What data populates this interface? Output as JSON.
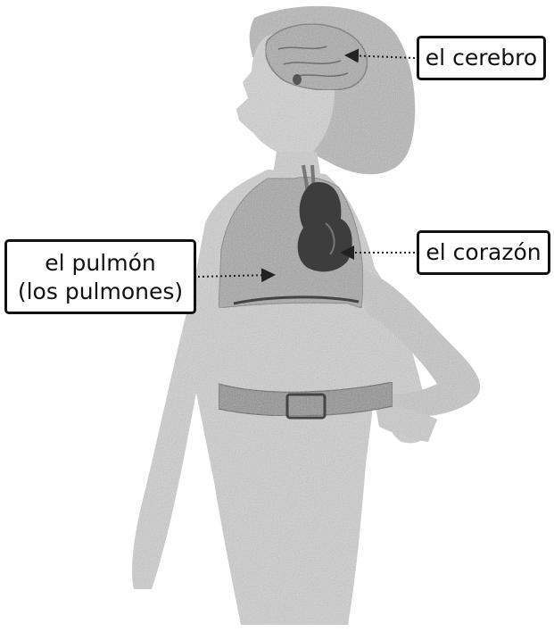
{
  "labels": {
    "cerebro": "el cerebro",
    "corazon": "el corazón",
    "pulmon_line1": "el pulmón",
    "pulmon_line2": "(los pulmones)"
  },
  "colors": {
    "label_border": "#111111",
    "label_bg": "#ffffff",
    "figure_gray": "#c9c9c9",
    "heart": "#3a3a3a",
    "leader_line": "#222222"
  }
}
